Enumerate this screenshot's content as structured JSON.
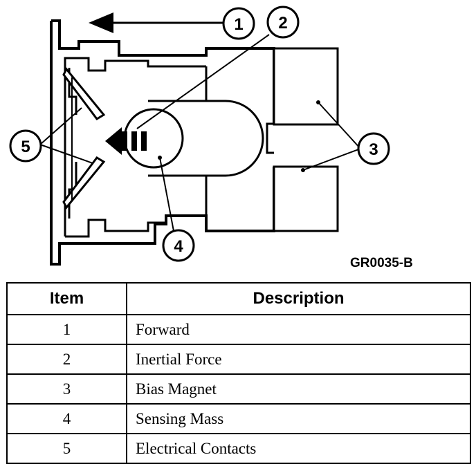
{
  "figure_id": "GR0035-B",
  "callouts": [
    "1",
    "2",
    "3",
    "4",
    "5"
  ],
  "legend": {
    "headers": {
      "item": "Item",
      "description": "Description"
    },
    "rows": [
      {
        "item": "1",
        "description": "Forward"
      },
      {
        "item": "2",
        "description": "Inertial Force"
      },
      {
        "item": "3",
        "description": "Bias Magnet"
      },
      {
        "item": "4",
        "description": "Sensing Mass"
      },
      {
        "item": "5",
        "description": "Electrical Contacts"
      }
    ]
  }
}
